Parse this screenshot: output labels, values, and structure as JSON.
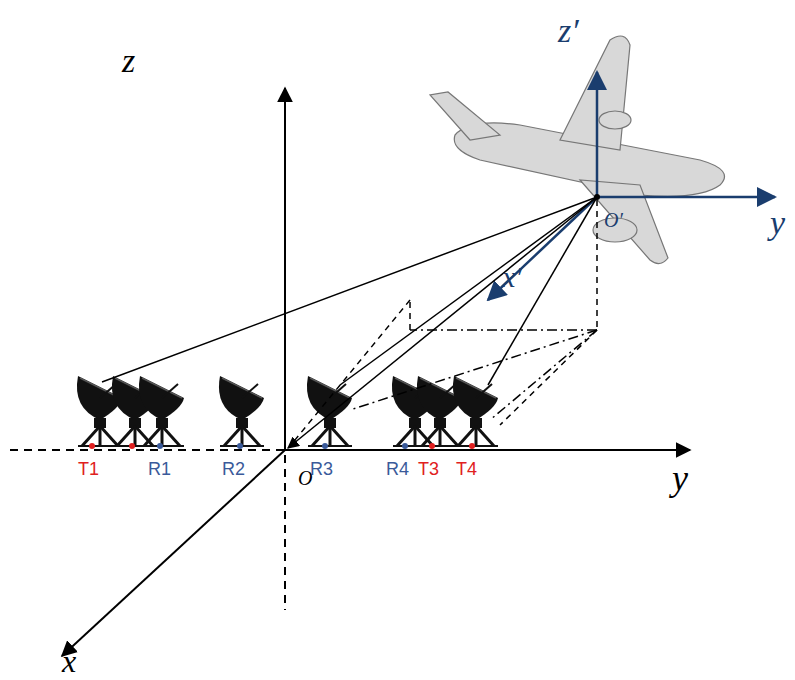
{
  "diagram": {
    "labels": [
      "z",
      "z′",
      "y",
      "O′",
      "x′",
      "T1",
      "R1",
      "R2",
      "R3",
      "R4",
      "T3",
      "T4",
      "y",
      "O",
      "x"
    ]
  }
}
